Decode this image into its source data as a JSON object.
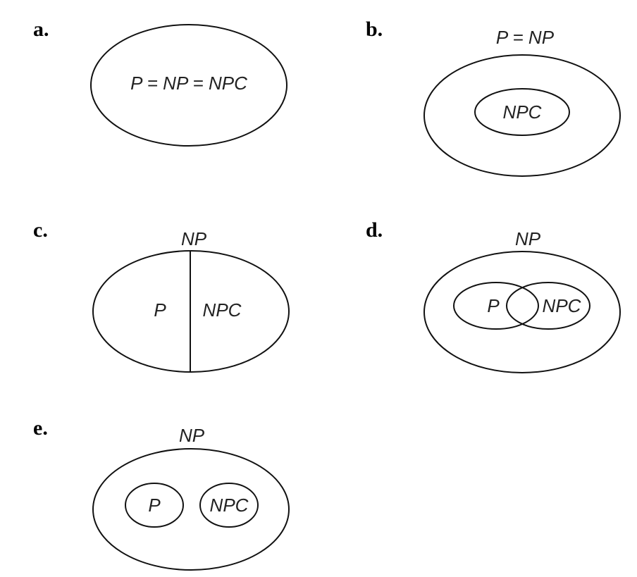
{
  "panels": {
    "a": {
      "letter": "a.",
      "inner": "P = NP = NPC"
    },
    "b": {
      "letter": "b.",
      "outer": "P = NP",
      "inner": "NPC"
    },
    "c": {
      "letter": "c.",
      "outer": "NP",
      "left": "P",
      "right": "NPC"
    },
    "d": {
      "letter": "d.",
      "outer": "NP",
      "left": "P",
      "right": "NPC"
    },
    "e": {
      "letter": "e.",
      "outer": "NP",
      "left": "P",
      "right": "NPC"
    }
  }
}
